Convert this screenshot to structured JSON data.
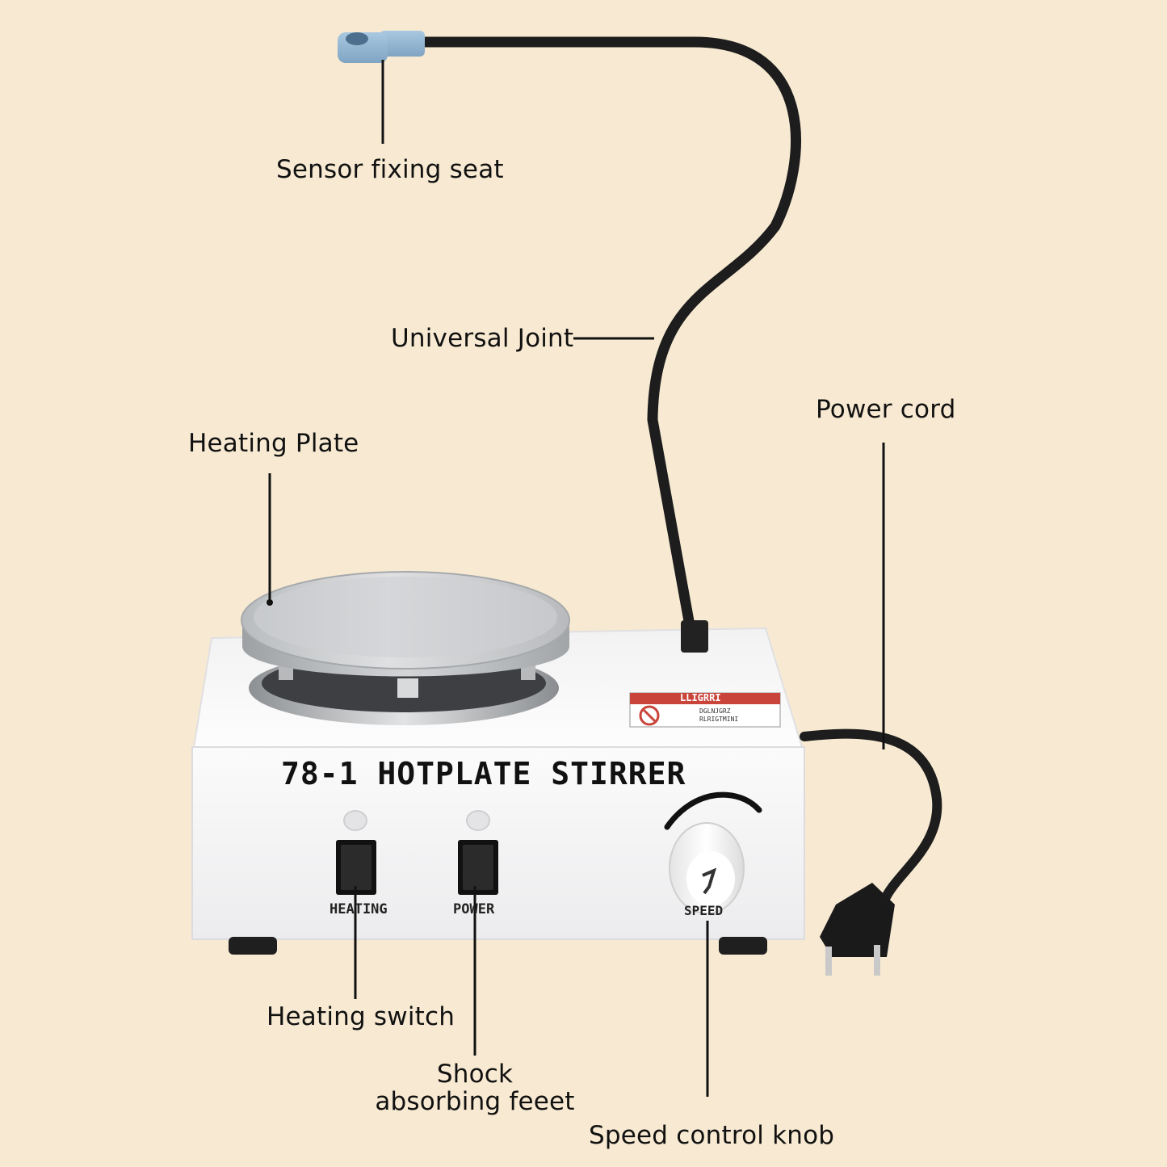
{
  "device": {
    "model_label": "78-1 HOTPLATE STIRRER",
    "heating_label": "HEATING",
    "power_label": "POWER",
    "speed_label": "SPEED",
    "warning_title": "LLIGRRI",
    "warning_line1": "DGLNJGRZ",
    "warning_line2": "RLRIGTMINI"
  },
  "callouts": {
    "sensor_fixing_seat": "Sensor fixing seat",
    "universal_joint": "Universal Joint",
    "power_cord": "Power cord",
    "heating_plate": "Heating Plate",
    "heating_switch": "Heating switch",
    "shock_line1": "Shock",
    "shock_line2": "absorbing feeet",
    "speed_control_knob": "Speed control knob"
  },
  "colors": {
    "background": "#f8ead2",
    "body": "#f4f4f5",
    "plate": "#c8cacc",
    "sensor_seat": "#8fb4d2",
    "warning_red": "#c9453b",
    "cable": "#1d1d1d"
  }
}
